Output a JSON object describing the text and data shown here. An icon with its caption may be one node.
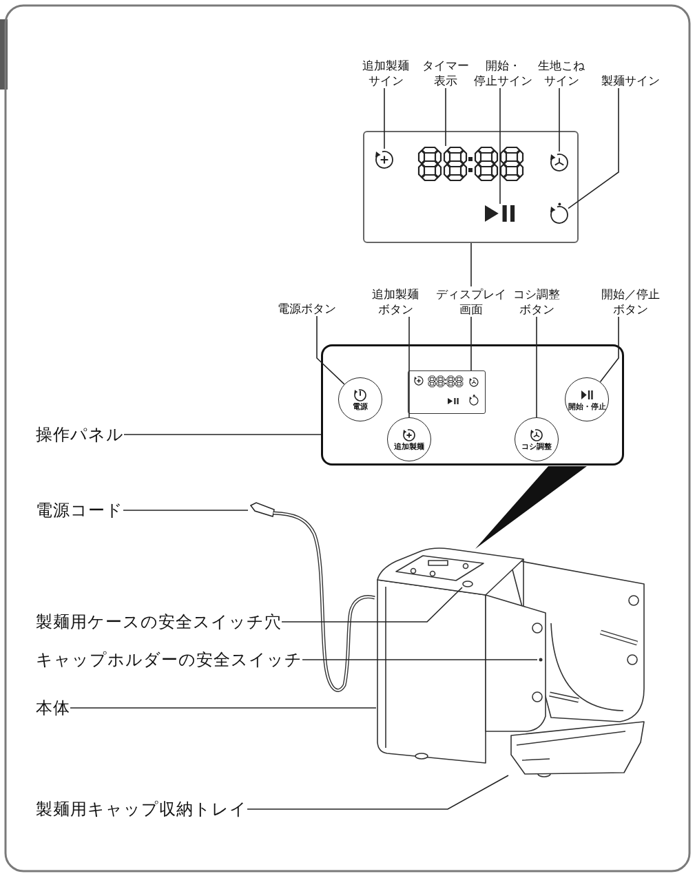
{
  "diagram": {
    "nodes": [
      {
        "text": [
          "追加製麺サイン"
        ]
      },
      {
        "text": [
          "タイマー表示"
        ]
      },
      {
        "text": [
          "開始・停止サイン"
        ]
      },
      {
        "text": [
          "生地こねサイン"
        ]
      },
      {
        "text": [
          "製麺サイン"
        ]
      },
      {
        "text": [],
        "shape": "box"
      },
      {
        "text": [],
        "shape": "circle",
        "in": 5
      },
      {
        "text": [],
        "shape": "digits",
        "in": 5
      },
      {
        "text": [],
        "shape": "circle",
        "in": 5
      },
      {
        "text": [],
        "shape": "triangle",
        "in": 5
      },
      {
        "text": [],
        "shape": "circle",
        "in": 5
      },
      {
        "text": [
          "電源ボタン"
        ]
      },
      {
        "text": [
          "追加製麺ボタン"
        ]
      },
      {
        "text": [
          "ディスプレイ画面"
        ]
      },
      {
        "text": [
          "コシ調整ボタン"
        ]
      },
      {
        "text": [
          "開始／停止ボタン"
        ]
      },
      {
        "text": [],
        "shape": "box"
      },
      {
        "text": [
          "電源"
        ],
        "in": 16
      },
      {
        "text": [],
        "shape": "box",
        "in": 16
      },
      {
        "text": [
          "追加製麺"
        ],
        "in": 16
      },
      {
        "text": [
          "コシ調整"
        ],
        "in": 16
      },
      {
        "text": [
          "開始・停止"
        ],
        "in": 16
      },
      {
        "text": [
          "操作パネル"
        ]
      },
      {
        "text": [
          "電源コード"
        ]
      },
      {
        "text": [],
        "shape": "cord"
      },
      {
        "text": [],
        "shape": "picture"
      },
      {
        "text": [],
        "shape": "hole",
        "in": 25
      },
      {
        "text": [],
        "shape": "dot",
        "in": 25
      },
      {
        "text": [],
        "shape": "tray",
        "in": 25
      },
      {
        "text": [
          "製麺用ケースの安全スイッチ穴"
        ]
      },
      {
        "text": [
          "キャップホルダーの安全スイッチ"
        ]
      },
      {
        "text": [
          "本体"
        ]
      },
      {
        "text": [
          "製麺用キャップ収納トレイ"
        ]
      },
      {
        "text": [],
        "shape": "wedge"
      }
    ],
    "edges": [
      {
        "from": 0,
        "to": 6,
        "arrow": "none"
      },
      {
        "from": 1,
        "to": 7,
        "arrow": "none"
      },
      {
        "from": 2,
        "to": 9,
        "arrow": "none"
      },
      {
        "from": 3,
        "to": 8,
        "arrow": "none"
      },
      {
        "from": 4,
        "to": 10,
        "arrow": "none"
      },
      {
        "from": 5,
        "to": 13,
        "arrow": "none"
      },
      {
        "from": 11,
        "to": 17,
        "arrow": "none"
      },
      {
        "from": 12,
        "to": 19,
        "arrow": "none"
      },
      {
        "from": 13,
        "to": 18,
        "arrow": "none"
      },
      {
        "from": 14,
        "to": 20,
        "arrow": "none"
      },
      {
        "from": 15,
        "to": 21,
        "arrow": "none"
      },
      {
        "from": 22,
        "to": 16,
        "arrow": "none"
      },
      {
        "from": 23,
        "to": 24,
        "arrow": "none"
      },
      {
        "from": 29,
        "to": 26,
        "arrow": "none"
      },
      {
        "from": 30,
        "to": 27,
        "arrow": "none"
      },
      {
        "from": 31,
        "to": 25,
        "arrow": "none"
      },
      {
        "from": 32,
        "to": 28,
        "arrow": "none"
      }
    ]
  }
}
